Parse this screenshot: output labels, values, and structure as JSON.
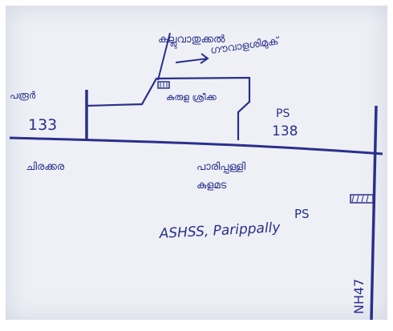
{
  "map": {
    "ink_color": "#2a2f8c",
    "paper_color": "#eef0f5",
    "labels": {
      "num_133": "133",
      "ps_138": "PS\n138",
      "school_ps": "PS",
      "school_name": "ASHSS, Parippally",
      "highway": "NH47"
    },
    "malayalam_labels": {
      "top_word": "കല്ലുവാതുക്കൽ",
      "arrow_word": "ഗൗവാളശിമുക്",
      "left_top": "പരൂർ",
      "building": "കുരുള ശ്രീക്ക",
      "road_left": "ചിരക്കര",
      "center_line1": "പാരിപ്പള്ളി",
      "center_line2": "കുളമട"
    }
  }
}
